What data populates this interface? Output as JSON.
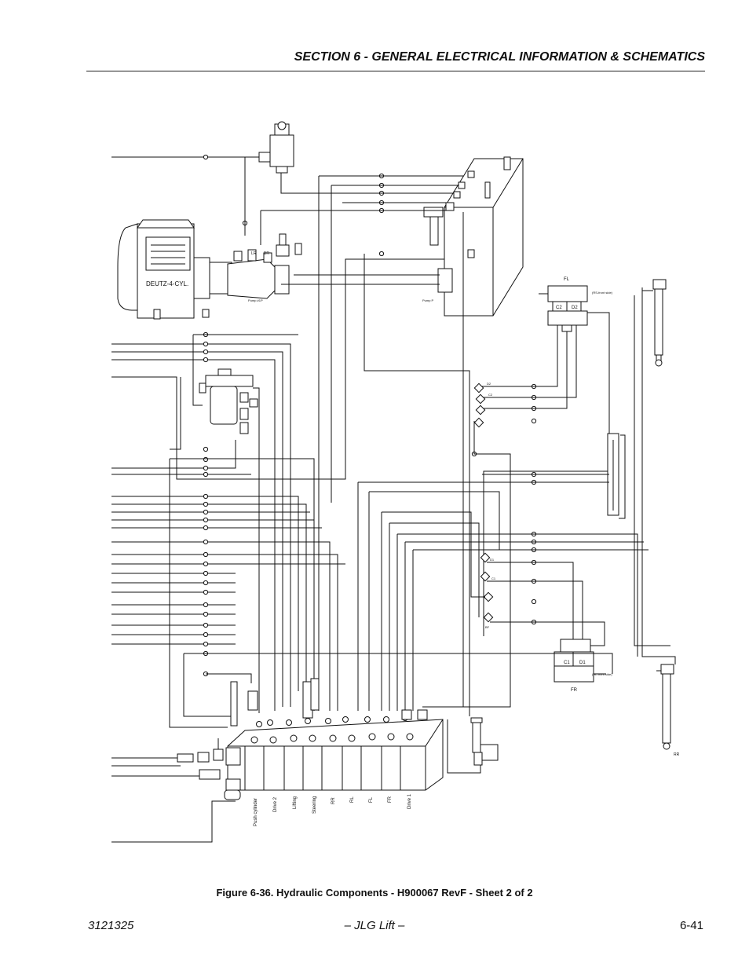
{
  "header": {
    "section_title": "SECTION 6 - GENERAL ELECTRICAL INFORMATION & SCHEMATICS"
  },
  "labels": {
    "engine": "DEUTZ-4-CYL.",
    "pump_main": "Pump #1P",
    "pump_aux": "Pump P",
    "lr": "LR",
    "br": "BR",
    "fl": "FL",
    "fr": "FR",
    "rr": "RR",
    "c2": "C2",
    "d2": "D2",
    "c1": "C1",
    "d1": "D1",
    "rs_front_side": "(RS-front side)",
    "rl_front_side": "(RL-front side)",
    "valve_d2": "D2",
    "valve_c2": "C2",
    "valve_d1": "D1",
    "valve_c1": "C1",
    "bf": "BF"
  },
  "valve_sections": [
    "Push cylinder",
    "Drive 2",
    "Lifting",
    "Steering",
    "RR",
    "RL",
    "FL",
    "FR",
    "Drive 1"
  ],
  "caption": "Figure 6-36.  Hydraulic Components - H900067 RevF - Sheet 2 of 2",
  "footer": {
    "doc_number": "3121325",
    "publisher": "– JLG Lift –",
    "page": "6-41"
  }
}
